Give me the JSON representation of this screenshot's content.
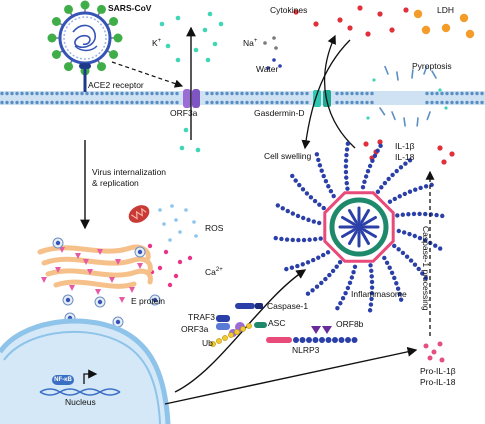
{
  "labels": {
    "virus": "SARS-CoV",
    "ace2": "ACE2 receptor",
    "k_ion": "K",
    "k_sup": "+",
    "na_ion": "Na",
    "na_sup": "+",
    "water": "Water",
    "cytokines": "Cytokines",
    "ldh": "LDH",
    "pyroptosis": "Pyroptosis",
    "orf3a_channel": "ORF3a",
    "gasdermin": "Gasdermin-D",
    "cell_swelling": "Cell swelling",
    "il1b": "IL-1β",
    "il18": "IL-18",
    "internalization_1": "Virus internalization",
    "internalization_2": "& replication",
    "ros": "ROS",
    "ca_ion": "Ca",
    "ca_sup": "2+",
    "e_protein": "E protein",
    "caspase1_processing": "Caspase-1 processing",
    "inflammasome": "Inflammasome",
    "caspase1": "Caspase-1",
    "traf3": "TRAF3",
    "orf3a_complex": "ORF3a",
    "asc": "ASC",
    "orf8b": "ORF8b",
    "ub": "Ub",
    "nlrp3": "NLRP3",
    "nfkb": "NF-κB",
    "nucleus": "Nucleus",
    "pro_il1b": "Pro-IL-1β",
    "pro_il18": "Pro-IL-18"
  },
  "colors": {
    "membrane": "#a9c9e6",
    "membrane_dots": "#5b8fc4",
    "virus_spike": "#3fae49",
    "virus_body": "#3554b5",
    "k_dots": "#3fd6b5",
    "cytokine_red": "#e0303a",
    "ldh_orange": "#f39c2a",
    "ros_blue": "#8cc6ee",
    "ca_pink": "#e8338a",
    "orf3a_purple": "#9a6cd6",
    "gasdermin_teal": "#2fc9b3",
    "nucleus_blue": "#8ec3ea",
    "inflammasome_blue": "#2b3fa8",
    "inflammasome_pink": "#e84b7a",
    "inflammasome_green": "#1f8a6b",
    "golgi_orange": "#f6c08a",
    "golgi_pink": "#e55aa3"
  },
  "icons": [
    "virus-icon",
    "mitochondrion-icon",
    "golgi-icon",
    "nucleus-icon",
    "inflammasome-icon",
    "dna-icon"
  ]
}
